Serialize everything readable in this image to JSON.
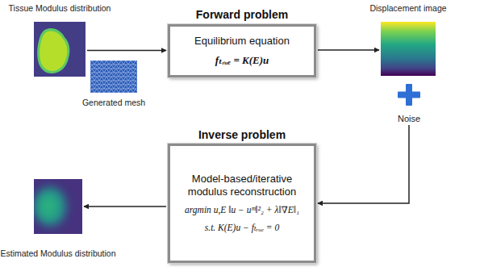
{
  "diagram": {
    "nodes": [
      {
        "text": [
          "Tissue Modulus distribution"
        ]
      },
      {
        "text": [
          "Generated mesh"
        ]
      },
      {
        "text": [
          "Forward problem",
          "Equilibrium equation",
          "fₜᵣᵤₑ = K(E)u"
        ]
      },
      {
        "text": [
          "Displacement image"
        ]
      },
      {
        "text": [
          "Noise"
        ]
      },
      {
        "text": [
          "Inverse problem",
          "Model-based/iterative modulus reconstruction",
          "argmin u,E ‖u − uᵐ‖²₂ + λ‖∇E‖₁",
          "s.t. K(E)u − fₜᵣᵤₑ = 0"
        ]
      },
      {
        "text": [
          "Estimated Modulus distribution"
        ]
      }
    ],
    "edges": [
      {
        "from": 0,
        "to": 2,
        "arrow": "to"
      },
      {
        "from": 2,
        "to": 3,
        "arrow": "to"
      },
      {
        "from": 4,
        "to": 5,
        "arrow": "to"
      },
      {
        "from": 5,
        "to": 6,
        "arrow": "to"
      }
    ]
  }
}
